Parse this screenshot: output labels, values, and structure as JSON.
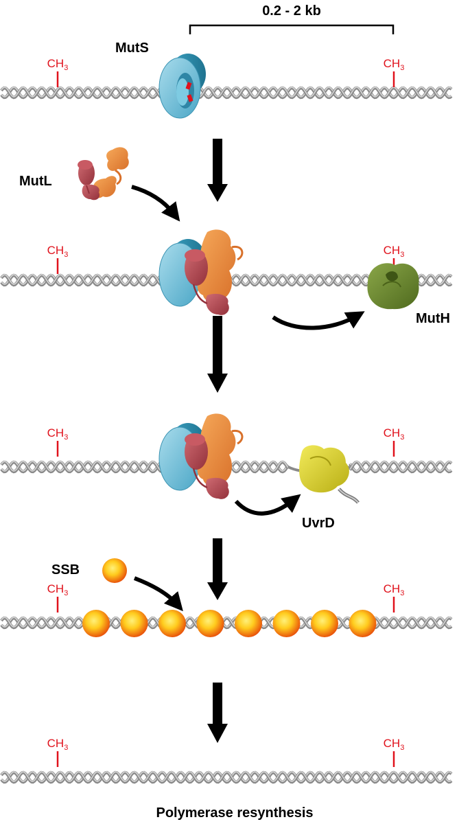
{
  "span_label": "0.2 - 2 kb",
  "methyl_label": "CH",
  "methyl_subscript": "3",
  "proteins": {
    "muts": "MutS",
    "mutl": "MutL",
    "muth": "MutH",
    "uvrd": "UvrD",
    "ssb": "SSB"
  },
  "caption": "Polymerase resynthesis",
  "colors": {
    "dna_strand": "#8a8a8a",
    "dna_highlight": "#d6d6d6",
    "methyl": "#e0121c",
    "muts": "#6cbfd9",
    "muts_dark": "#2d8fae",
    "mutl_red": "#b0454f",
    "mutl_orange": "#e8883a",
    "muth": "#6e8a30",
    "uvrd": "#d9cf2a",
    "ssb_center": "#ffe84a",
    "ssb_edge": "#e8500a",
    "arrow": "#000000"
  }
}
